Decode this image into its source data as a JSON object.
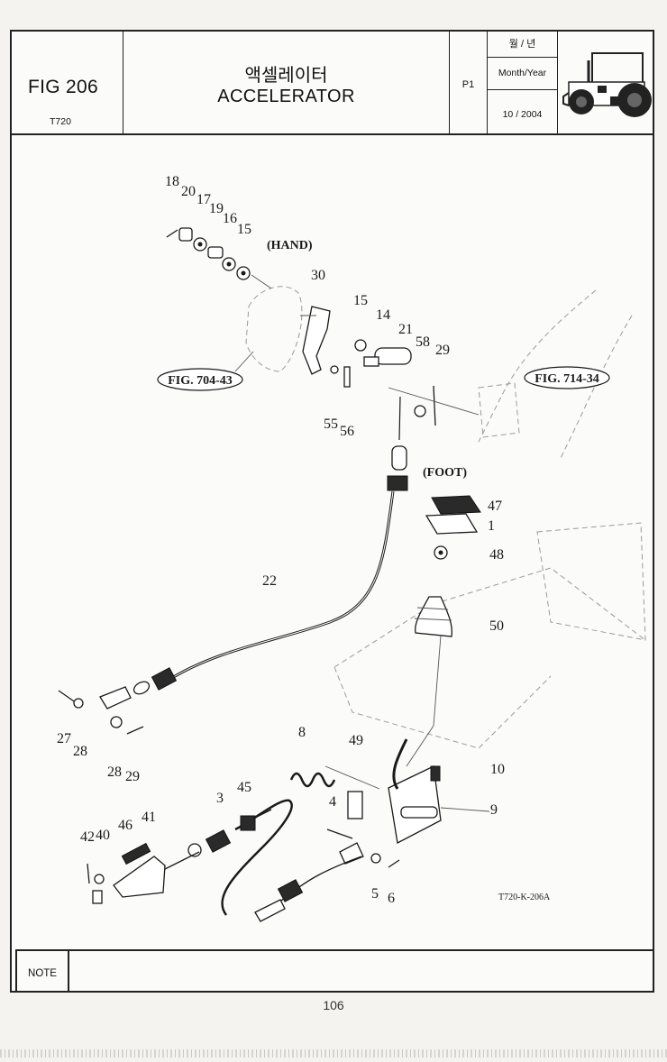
{
  "header": {
    "fig_title": "FIG 206",
    "model": "T720",
    "title_korean": "액셀레이터",
    "title_english": "ACCELERATOR",
    "page_code": "P1",
    "month_year_korean": "월 / 년",
    "month_year_label": "Month/Year",
    "date": "10 / 2004"
  },
  "diagram": {
    "group_labels": {
      "hand": "(HAND)",
      "foot": "(FOOT)"
    },
    "references": {
      "fig_704": "FIG. 704-43",
      "fig_714": "FIG. 714-34"
    },
    "drawing_number": "T720-K-206A",
    "callouts": {
      "c18": "18",
      "c20": "20",
      "c17": "17",
      "c19": "19",
      "c16": "16",
      "c15a": "15",
      "c30": "30",
      "c15b": "15",
      "c14": "14",
      "c21": "21",
      "c58": "58",
      "c29a": "29",
      "c55": "55",
      "c56": "56",
      "c47": "47",
      "c1": "1",
      "c48": "48",
      "c50": "50",
      "c22": "22",
      "c27": "27",
      "c28a": "28",
      "c28b": "28",
      "c29b": "29",
      "c8": "8",
      "c49": "49",
      "c10": "10",
      "c9": "9",
      "c3": "3",
      "c45": "45",
      "c4": "4",
      "c46": "46",
      "c41": "41",
      "c42": "42",
      "c40": "40",
      "c5": "5",
      "c6": "6"
    }
  },
  "note": {
    "label": "NOTE"
  },
  "footer": {
    "page_number": "106"
  },
  "colors": {
    "line": "#1a1a1a",
    "ghost_line": "#9a9a9a",
    "paper": "#fbfbf9"
  },
  "icons": {
    "logo": "tractor-icon"
  }
}
